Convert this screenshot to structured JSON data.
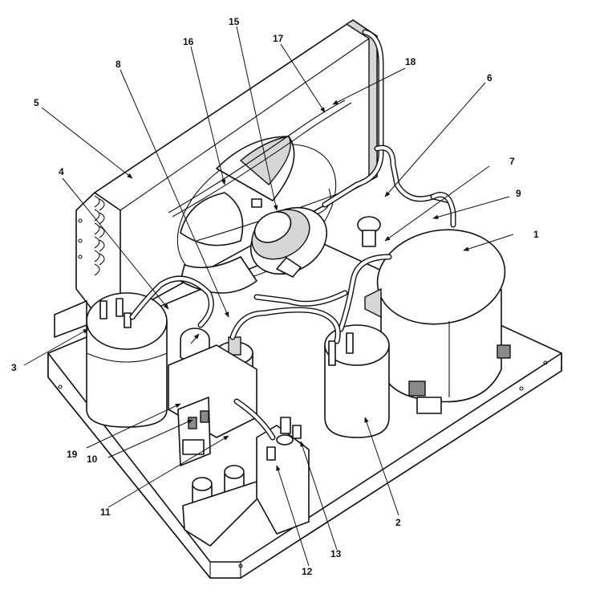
{
  "callouts": [
    {
      "id": "c1",
      "label": "1"
    },
    {
      "id": "c2",
      "label": "2"
    },
    {
      "id": "c3",
      "label": "3"
    },
    {
      "id": "c4",
      "label": "4"
    },
    {
      "id": "c5",
      "label": "5"
    },
    {
      "id": "c6",
      "label": "6"
    },
    {
      "id": "c7",
      "label": "7"
    },
    {
      "id": "c8",
      "label": "8"
    },
    {
      "id": "c9",
      "label": "9"
    },
    {
      "id": "c10",
      "label": "10"
    },
    {
      "id": "c11",
      "label": "11"
    },
    {
      "id": "c12",
      "label": "12"
    },
    {
      "id": "c13",
      "label": "13"
    },
    {
      "id": "c15",
      "label": "15"
    },
    {
      "id": "c16",
      "label": "16"
    },
    {
      "id": "c17",
      "label": "17"
    },
    {
      "id": "c18",
      "label": "18"
    },
    {
      "id": "c19",
      "label": "19"
    }
  ]
}
